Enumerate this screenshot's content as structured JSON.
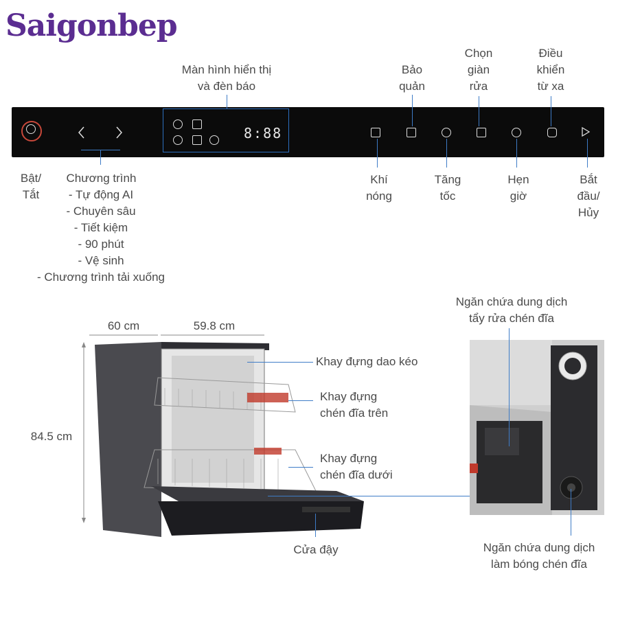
{
  "brand": "Saigonbep",
  "panel_labels": {
    "display": [
      "Màn hình hiển thị",
      "và đèn báo"
    ],
    "storage": [
      "Bảo",
      "quản"
    ],
    "rack_select": [
      "Chọn",
      "giàn",
      "rửa"
    ],
    "remote": [
      "Điều",
      "khiển",
      "từ xa"
    ],
    "power": [
      "Bật/",
      "Tắt"
    ],
    "programs_title": "Chương trình",
    "programs": [
      "- Tự động AI",
      "- Chuyên sâu",
      "- Tiết kiệm",
      "- 90 phút",
      "- Vệ sinh",
      "- Chương trình tải xuống"
    ],
    "hot_air": [
      "Khí",
      "nóng"
    ],
    "speed": [
      "Tăng",
      "tốc"
    ],
    "timer": [
      "Hẹn",
      "giờ"
    ],
    "start": [
      "Bắt",
      "đầu/",
      "Hủy"
    ]
  },
  "dimensions": {
    "depth": "60 cm",
    "width": "59.8 cm",
    "height": "84.5 cm"
  },
  "parts": {
    "cutlery_tray": "Khay đựng dao kéo",
    "upper_rack": [
      "Khay đựng",
      "chén đĩa trên"
    ],
    "lower_rack": [
      "Khay đựng",
      "chén đĩa dưới"
    ],
    "door": "Cửa đậy",
    "detergent": [
      "Ngăn chứa dung dịch",
      "tẩy rửa chén đĩa"
    ],
    "rinse_aid": [
      "Ngăn chứa dung dịch",
      "làm bóng chén đĩa"
    ]
  },
  "display_readout": "8:88",
  "colors": {
    "panel": "#0b0b0b",
    "accent_line": "#3e7cc7",
    "power_ring": "#c8483a",
    "brand": "#5b2d91"
  }
}
